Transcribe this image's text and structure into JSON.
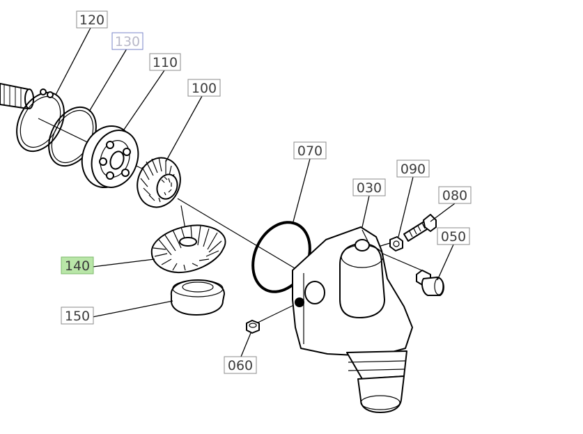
{
  "labels": {
    "p120": "120",
    "p130": "130",
    "p110": "110",
    "p100": "100",
    "p070": "070",
    "p090": "090",
    "p030": "030",
    "p080": "080",
    "p050": "050",
    "p140": "140",
    "p150": "150",
    "p060": "060"
  },
  "colors": {
    "highlight_fill": "#b9e6a8",
    "selected_border": "#7a86c8",
    "label_border": "#8a8a8a"
  }
}
